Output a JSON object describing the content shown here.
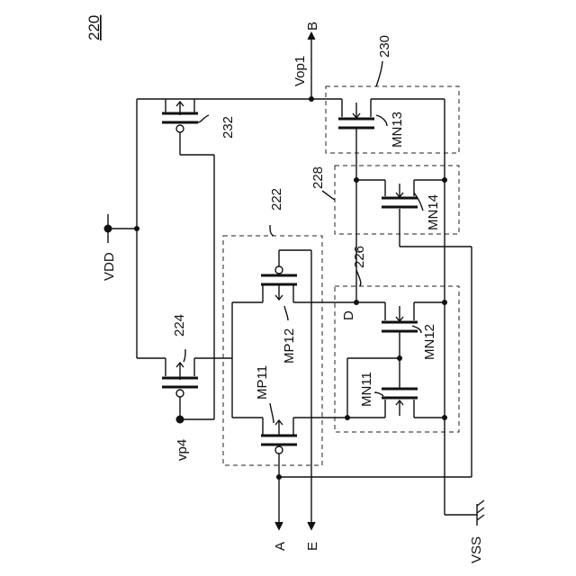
{
  "figure_ref": "220",
  "terminals": {
    "vdd": "VDD",
    "vp4": "vp4",
    "a": "A",
    "e": "E",
    "b": "B",
    "vop1": "Vop1",
    "vss": "VSS",
    "d": "D"
  },
  "blocks": {
    "b222": "222",
    "b224": "224",
    "b226": "226",
    "b228": "228",
    "b230": "230",
    "b232": "232"
  },
  "transistors": {
    "mp11": "MP11",
    "mp12": "MP12",
    "mn11": "MN11",
    "mn12": "MN12",
    "mn13": "MN13",
    "mn14": "MN14"
  }
}
